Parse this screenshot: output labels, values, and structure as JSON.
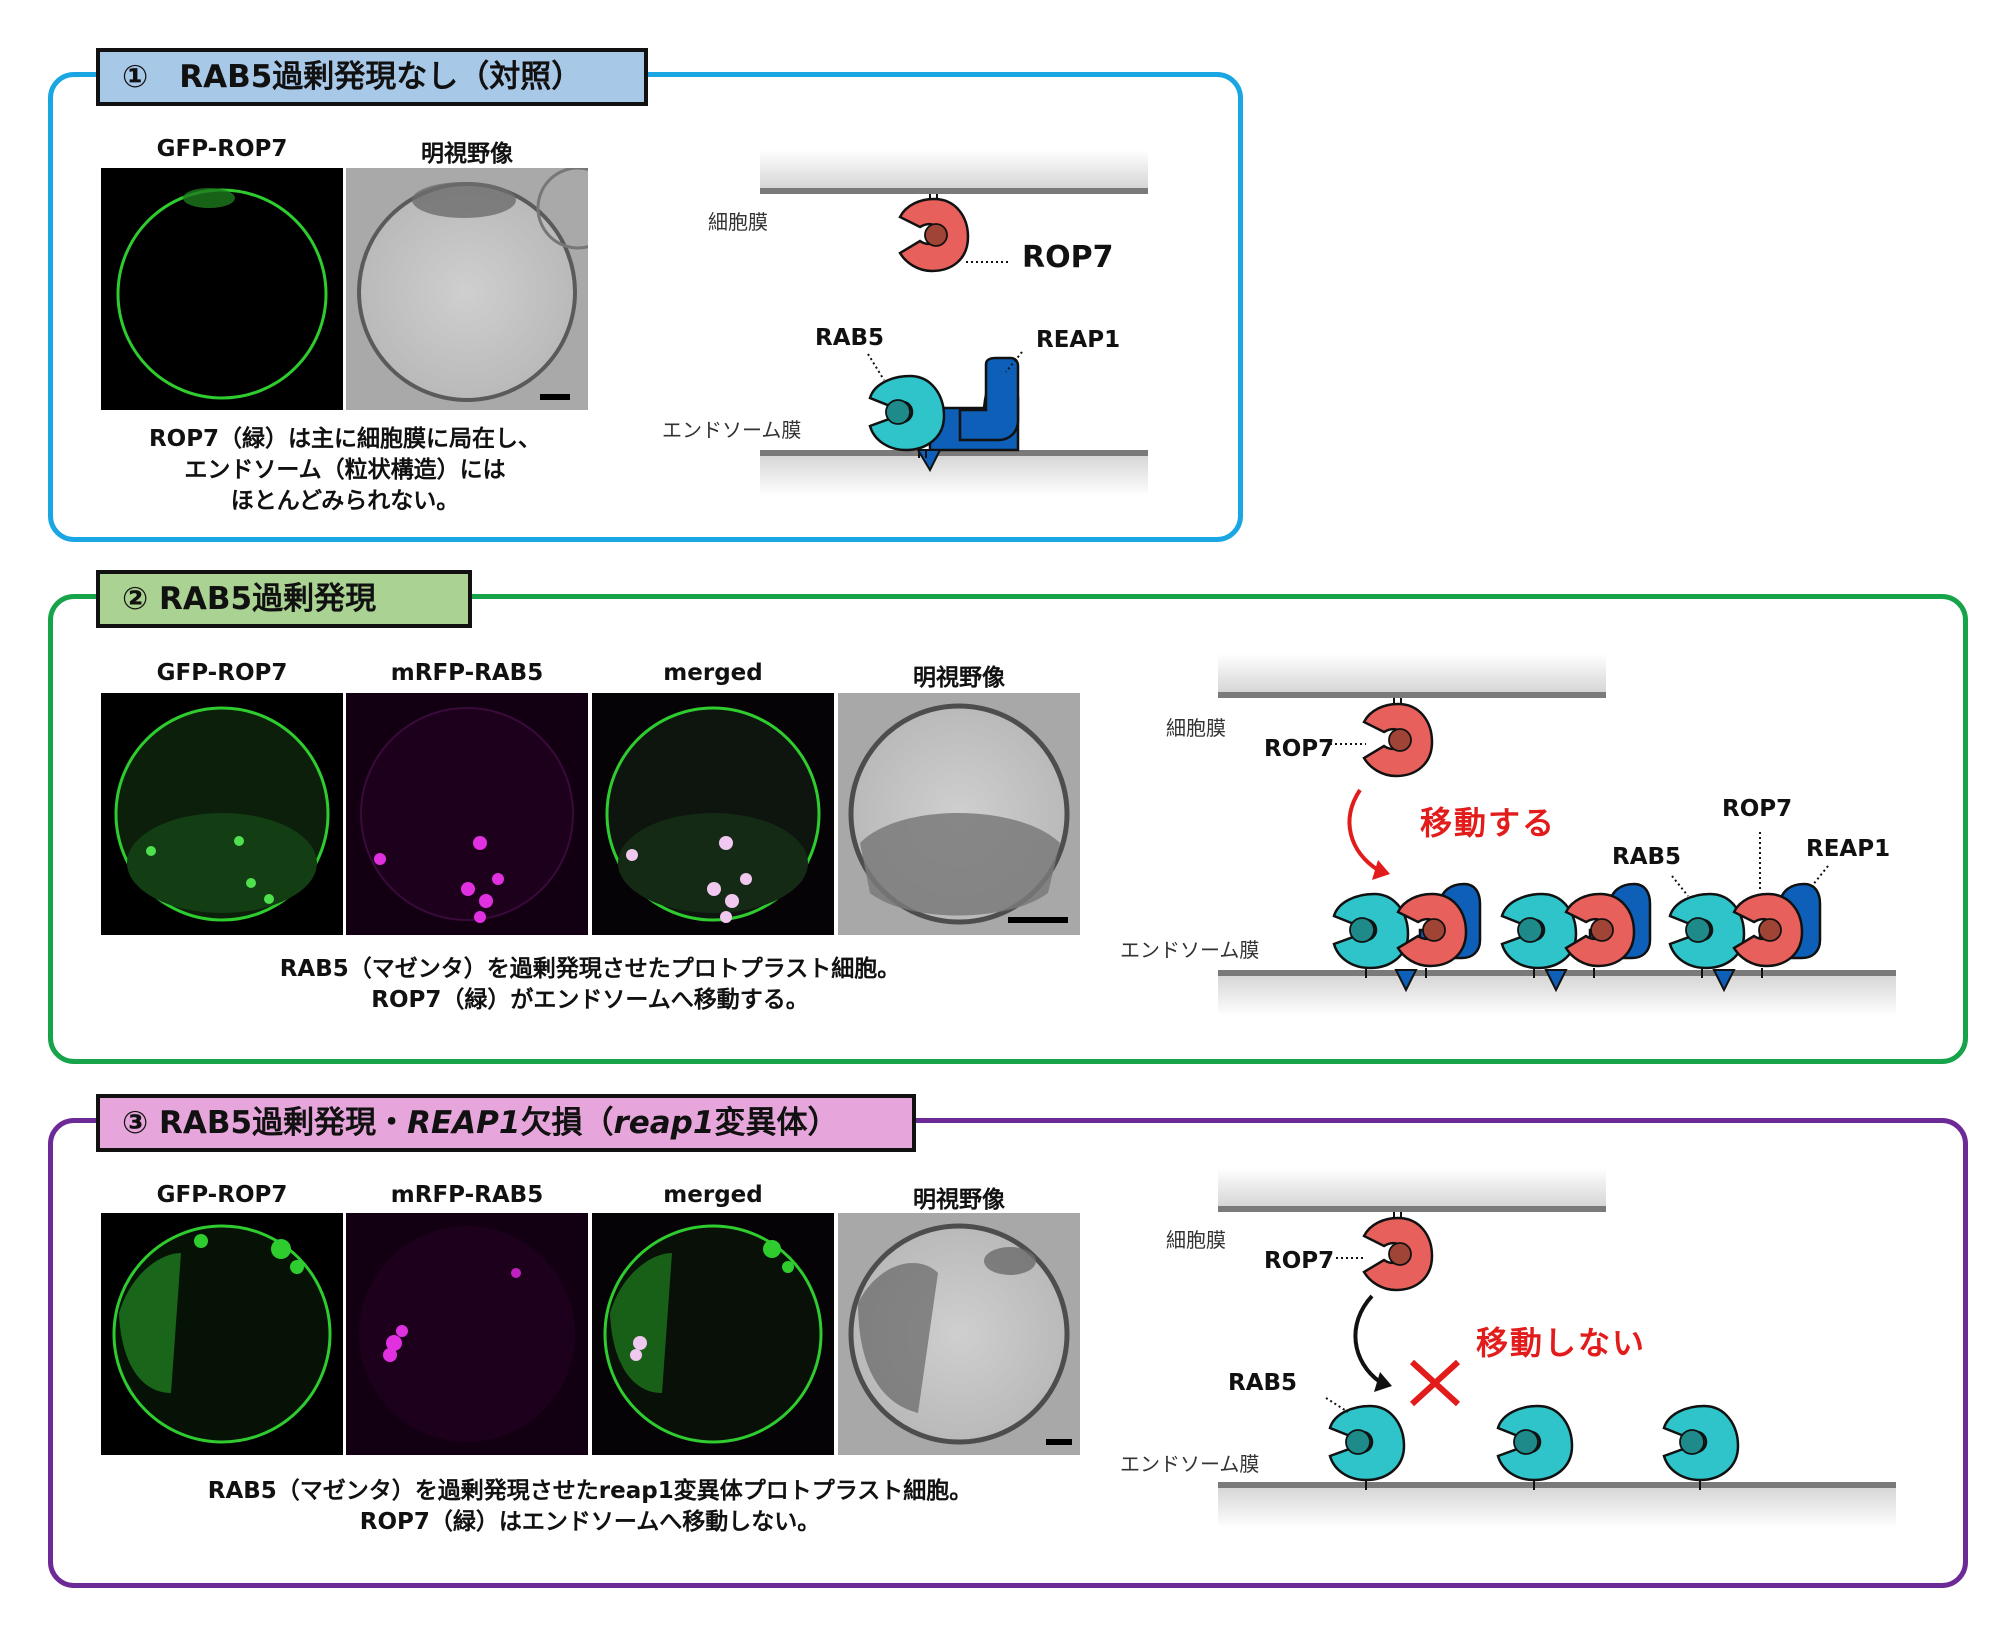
{
  "panel1": {
    "title": "①　RAB5過剰発現なし（対照）",
    "image_labels": [
      "GFP-ROP7",
      "明視野像"
    ],
    "caption_lines": [
      "ROP7（緑）は主に細胞膜に局在し、",
      "エンドソーム（粒状構造）には",
      "ほとんどみられない。"
    ],
    "diagram": {
      "plasma_membrane": "細胞膜",
      "rop7": "ROP7",
      "rab5": "RAB5",
      "reap1": "REAP1",
      "endosome_membrane": "エンドソーム膜"
    }
  },
  "panel2": {
    "title": "② RAB5過剰発現",
    "image_labels": [
      "GFP-ROP7",
      "mRFP-RAB5",
      "merged",
      "明視野像"
    ],
    "caption_lines": [
      "RAB5（マゼンタ）を過剰発現させたプロトプラスト細胞。",
      "ROP7（緑）がエンドソームへ移動する。"
    ],
    "diagram": {
      "plasma_membrane": "細胞膜",
      "rop7": "ROP7",
      "move": "移動する",
      "rab5": "RAB5",
      "rop7_endosome": "ROP7",
      "reap1": "REAP1",
      "endosome_membrane": "エンドソーム膜"
    }
  },
  "panel3": {
    "title_prefix": "③ RAB5過剰発現・",
    "title_italic1": "REAP1",
    "title_mid": "欠損（",
    "title_italic2": "reap1",
    "title_suffix": "変異体）",
    "image_labels": [
      "GFP-ROP7",
      "mRFP-RAB5",
      "merged",
      "明視野像"
    ],
    "caption_lines": [
      "RAB5（マゼンタ）を過剰発現させたreap1変異体プロトプラスト細胞。",
      "ROP7（緑）はエンドソームへ移動しない。"
    ],
    "diagram": {
      "plasma_membrane": "細胞膜",
      "rop7": "ROP7",
      "no_move": "移動しない",
      "rab5": "RAB5",
      "endosome_membrane": "エンドソーム膜"
    }
  },
  "colors": {
    "panel1_border": "#1aa6e3",
    "panel2_border": "#16a34a",
    "panel3_border": "#6b2a96",
    "rop7": "#e8605c",
    "rab5": "#2ec4c9",
    "reap1": "#0e5fb8",
    "gfp": "#2ecc2e",
    "rfp": "#e030e0",
    "arrow_red": "#e21b1b"
  }
}
